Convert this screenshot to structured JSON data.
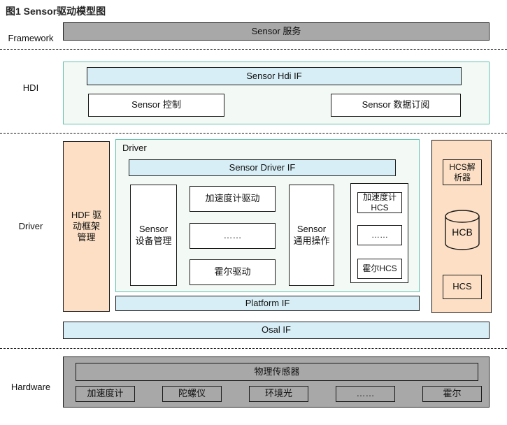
{
  "title": "图1 Sensor驱动模型图",
  "framework": {
    "side_label": "Framework",
    "service": "Sensor 服务"
  },
  "hdi": {
    "side_label": "HDI",
    "hdi_if": "Sensor Hdi IF",
    "control": "Sensor 控制",
    "data_subscribe": "Sensor 数据订阅"
  },
  "driver": {
    "side_label": "Driver",
    "hdf_mgmt": "HDF 驱\n动框架\n管理",
    "container_label": "Driver",
    "driver_if": "Sensor Driver IF",
    "device_mgmt": "Sensor\n设备管理",
    "driver_items": [
      "加速度计驱动",
      "……",
      "霍尔驱动"
    ],
    "common_ops": "Sensor\n通用操作",
    "hcs_items": [
      "加速度计\nHCS",
      "……",
      "霍尔HCS"
    ],
    "hcs_parser": "HCS解\n析器",
    "hcb": "HCB",
    "hcs": "HCS",
    "platform_if": "Platform IF",
    "osal_if": "Osal IF"
  },
  "hardware": {
    "side_label": "Hardware",
    "physical_sensor": "物理传感器",
    "sensors": [
      "加速度计",
      "陀螺仪",
      "环境光",
      "……",
      "霍尔"
    ]
  },
  "colors": {
    "gray_fill": "#a8a8a8",
    "blue_fill": "#d7eef6",
    "orange_fill": "#fcdfc4",
    "mint_fill": "#f3f9f5",
    "teal_border": "#63c1ae",
    "box_border": "#1a1a1a"
  }
}
